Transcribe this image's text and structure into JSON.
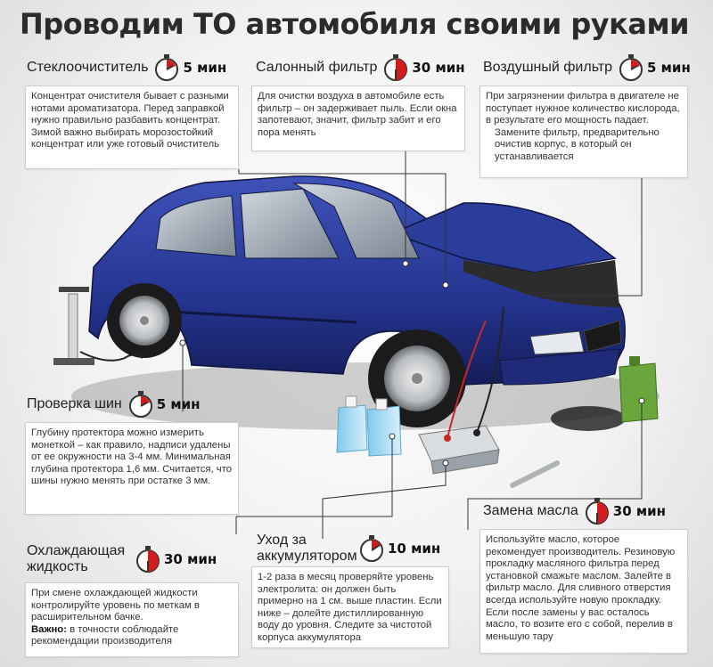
{
  "title": "Проводим ТО автомобиля своими руками",
  "sections": {
    "washer": {
      "label": "Стеклоочиститель",
      "time": "5 мин",
      "text": "Концентрат очистителя бывает с разными нотами ароматизатора. Перед заправкой нужно правильно разбавить концентрат. Зимой важно выбирать морозостойкий концентрат или уже готовый очиститель"
    },
    "cabin_filter": {
      "label": "Салонный фильтр",
      "time": "30 мин",
      "text": "Для очистки воздуха в автомобиле есть фильтр – он задерживает пыль. Если окна запотевают, значит, фильтр забит и его пора менять"
    },
    "air_filter": {
      "label": "Воздушный фильтр",
      "time": "5 мин",
      "text1": "При загрязнении фильтра в двигателе не поступает нужное количество кислорода, в результате его мощность падает.",
      "text2": "Замените фильтр, предварительно очистив корпус, в который он устанавливается"
    },
    "tires": {
      "label": "Проверка шин",
      "time": "5 мин",
      "text": "Глубину протектора можно измерить монеткой – как правило, надписи удалены от ее окружности на 3-4 мм. Минимальная глубина протектора 1,6 мм. Считается, что шины нужно менять при остатке 3 мм."
    },
    "coolant": {
      "label": "Охлаждающая жидкость",
      "time": "30 мин",
      "text": "При смене охлаждающей жидкости контролируйте уровень по меткам в расширительном бачке.",
      "important_label": "Важно:",
      "important_text": " в точности соблюдайте рекомендации производителя"
    },
    "battery": {
      "label": "Уход за аккумулятором",
      "time": "10 мин",
      "text": "1-2 раза в месяц проверяйте уровень электролита: он должен быть примерно на 1 см. выше пластин. Если ниже – долейте дистиллированную воду до уровня. Следите за чистотой корпуса аккумулятора"
    },
    "oil": {
      "label": "Замена масла",
      "time": "30 мин",
      "text": "Используйте масло, которое рекомендует производитель. Резиновую прокладку масляного фильтра перед установкой смажьте маслом. Залейте в фильтр масло. Для сливного отверстия всегда используйте новую прокладку. Если после замены у вас осталось масло, то возите его с собой, перелив в меньшую тару"
    }
  },
  "colors": {
    "car_body": "#2a3d9a",
    "timer_red": "#d11d1d",
    "leader_line": "#333333"
  }
}
